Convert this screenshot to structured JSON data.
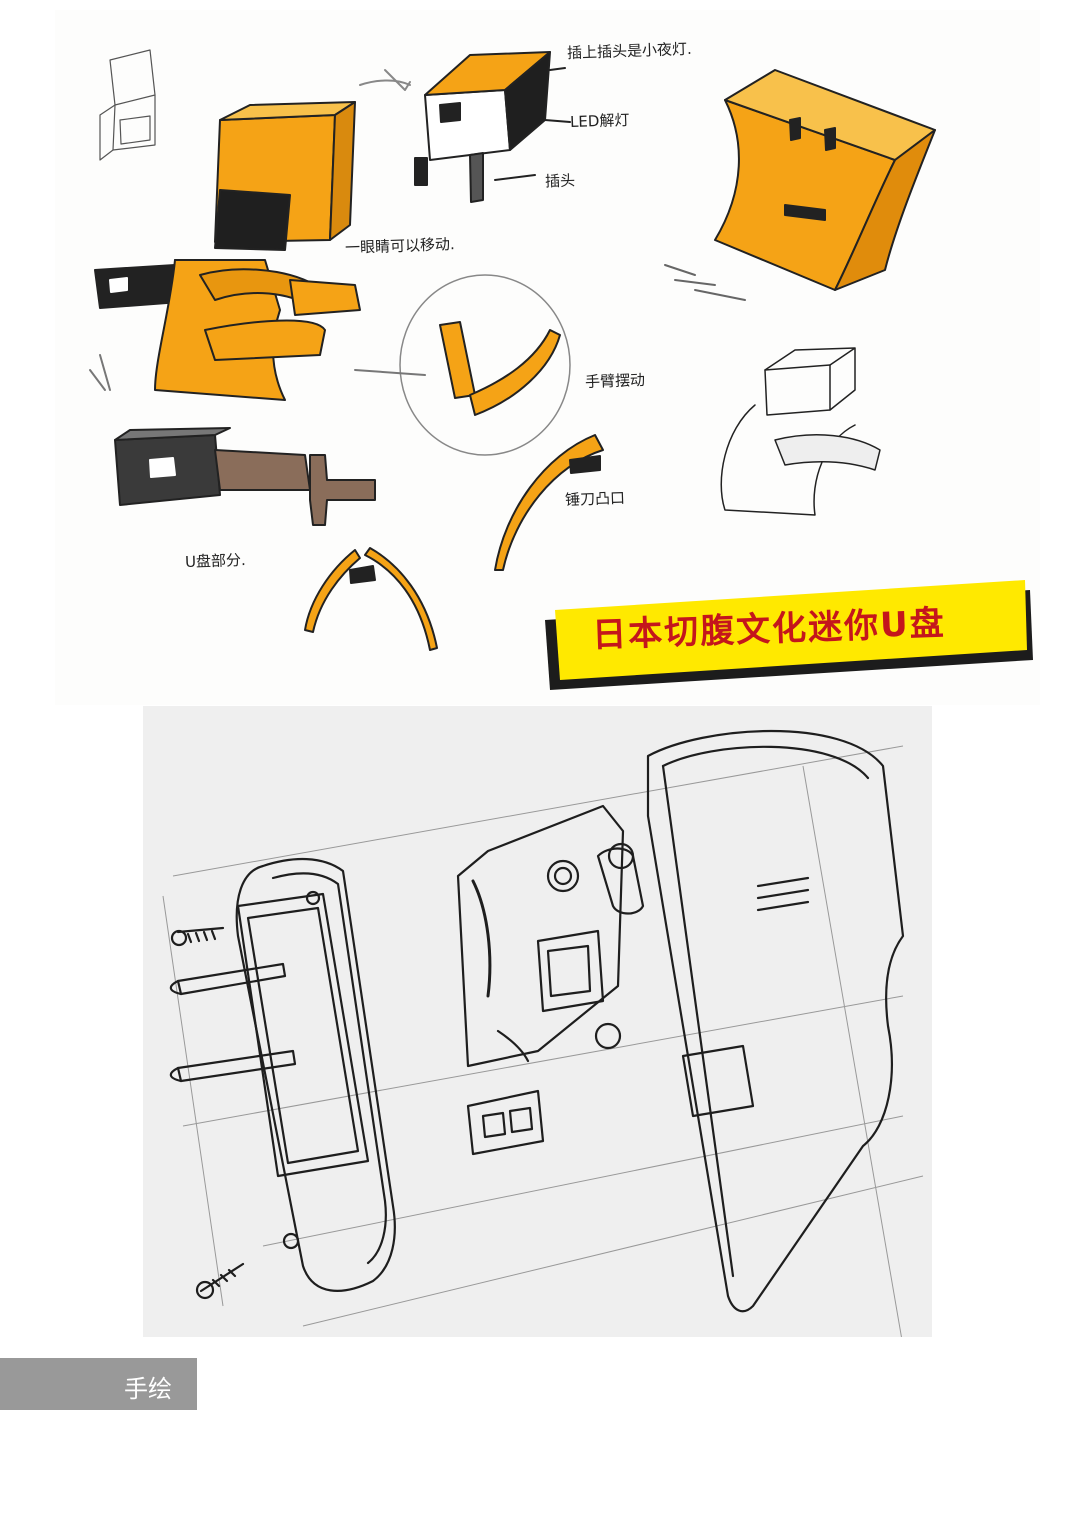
{
  "sketch": {
    "notes": {
      "night_light": "插上插头是小夜灯.",
      "led_lamp": "LED解灯",
      "plug": "插头",
      "eye_move": "一眼睛可以移动.",
      "arm_swing": "手臂摆动",
      "blade_bulge": "锤刀凸口",
      "usb_part": "U盘部分."
    },
    "banner_title": "日本切腹文化迷你U盘",
    "colors": {
      "marker_orange": "#f5a316",
      "banner_yellow": "#ffe900",
      "banner_red": "#c4161c"
    }
  },
  "section": {
    "label": "手绘"
  }
}
